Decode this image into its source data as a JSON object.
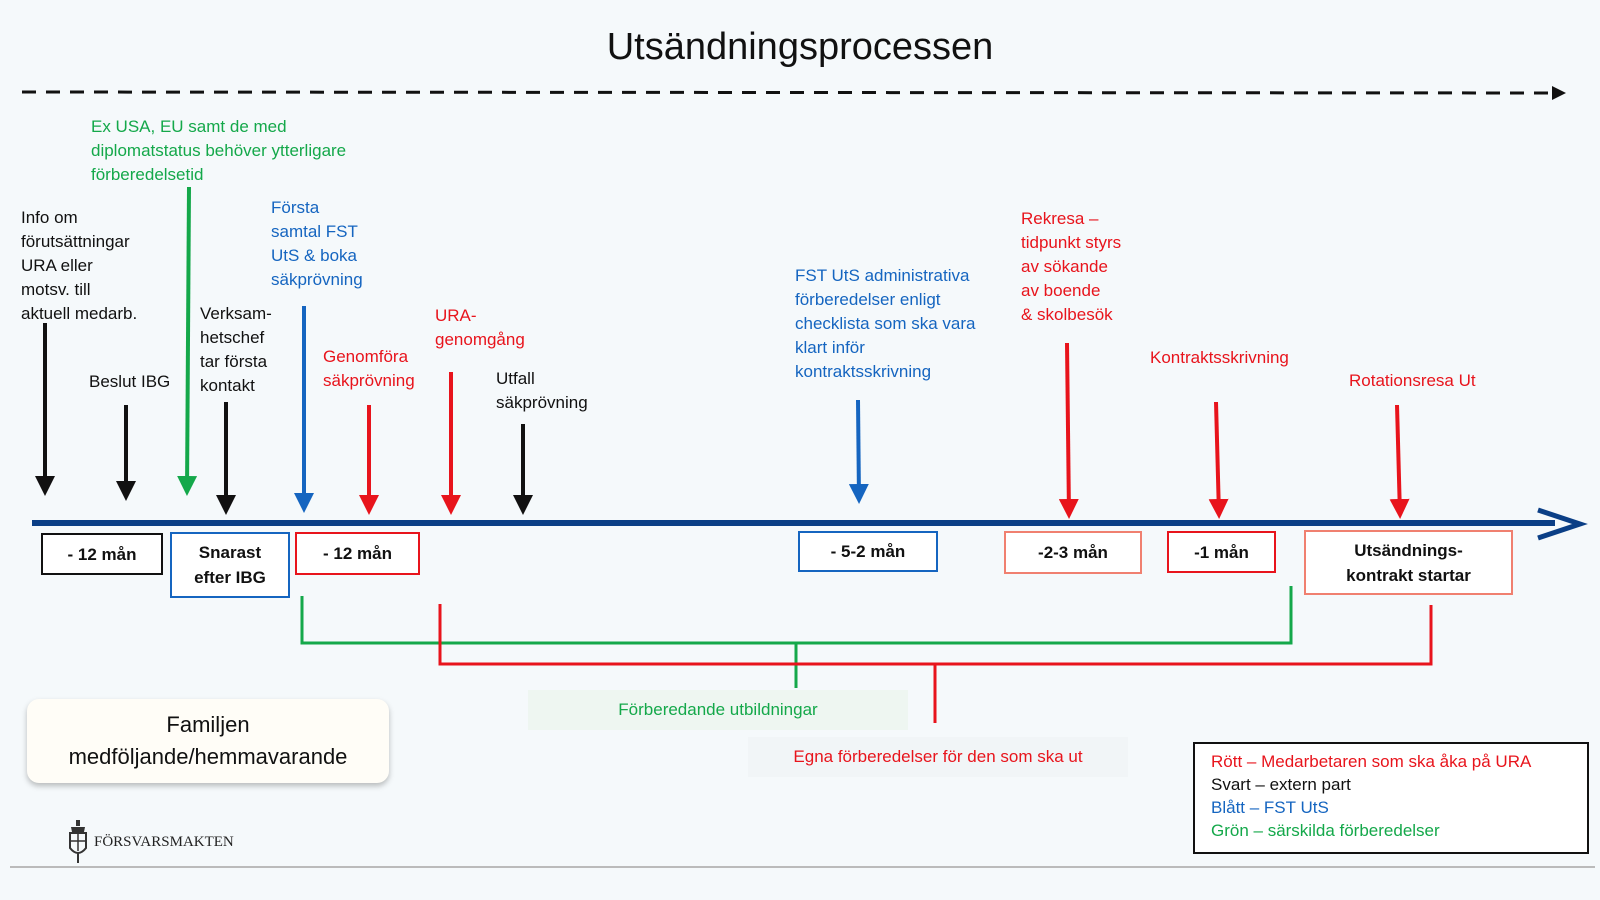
{
  "title": "Utsändningsprocessen",
  "colors": {
    "black": "#111111",
    "blue": "#1565c0",
    "red": "#e8141c",
    "green": "#14a84a",
    "timeline": "#0b3f86",
    "box_salmon": "#f08070"
  },
  "events": [
    {
      "text": "Info om\nförutsättningar\nURA eller\nmotsv. till\naktuell medarb.",
      "color": "black"
    },
    {
      "text": "Beslut IBG",
      "color": "black"
    },
    {
      "text": "Ex USA, EU samt de med\ndiplomatstatus behöver ytterligare\nförberedelsetid",
      "color": "green"
    },
    {
      "text": "Verksam-\nhetschef\ntar första\nkontakt",
      "color": "black"
    },
    {
      "text": "Första\nsamtal FST\nUtS & boka\nsäkprövning",
      "color": "blue"
    },
    {
      "text": "Genomföra\nsäkprövning",
      "color": "red"
    },
    {
      "text": "URA-\ngenomgång",
      "color": "red"
    },
    {
      "text": "Utfall\nsäkprövning",
      "color": "black"
    },
    {
      "text": "FST UtS administrativa\nförberedelser enligt\nchecklista  som ska vara\nklart inför\nkontraktsskrivning",
      "color": "blue"
    },
    {
      "text": "Rekresa –\ntidpunkt styrs\nav  sökande\nav boende\n& skolbesök",
      "color": "red"
    },
    {
      "text": "Kontraktsskrivning",
      "color": "red"
    },
    {
      "text": "Rotationsresa Ut",
      "color": "red"
    }
  ],
  "time_boxes": [
    {
      "text": "- 12 mån",
      "color": "black"
    },
    {
      "text": "Snarast\nefter IBG",
      "color": "blue"
    },
    {
      "text": "- 12  mån",
      "color": "red"
    },
    {
      "text": "- 5-2 mån",
      "color": "blue"
    },
    {
      "text": "-2-3 mån",
      "color": "box_salmon"
    },
    {
      "text": "-1 mån",
      "color": "red"
    },
    {
      "text": "Utsändnings-\nkontrakt startar",
      "color": "box_salmon"
    }
  ],
  "green_note": "Förberedande utbildningar",
  "red_note": "Egna förberedelser för den som ska ut",
  "family": "Familjen\nmedföljande/hemmavarande",
  "legend": [
    {
      "text": "Rött – Medarbetaren som ska åka på URA",
      "color": "red"
    },
    {
      "text": "Svart – extern part",
      "color": "black"
    },
    {
      "text": "Blått – FST UtS",
      "color": "blue"
    },
    {
      "text": "Grön – särskilda förberedelser",
      "color": "green"
    }
  ],
  "logo_text": "FÖRSVARSMAKTEN"
}
